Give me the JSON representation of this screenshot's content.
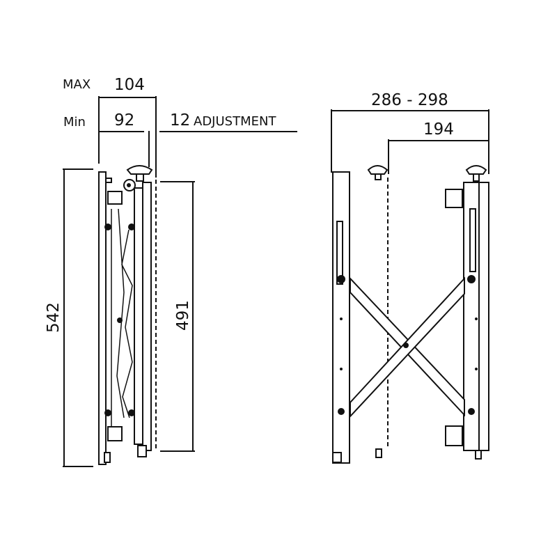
{
  "side_view": {
    "max_label": "MAX",
    "max_value": "104",
    "min_label": "Min",
    "min_value": "92",
    "adjustment_value": "12",
    "adjustment_label": "ADJUSTMENT",
    "height_outer": "542",
    "height_inner": "491"
  },
  "front_view": {
    "width_range": "286 - 298",
    "width_inner": "194"
  }
}
